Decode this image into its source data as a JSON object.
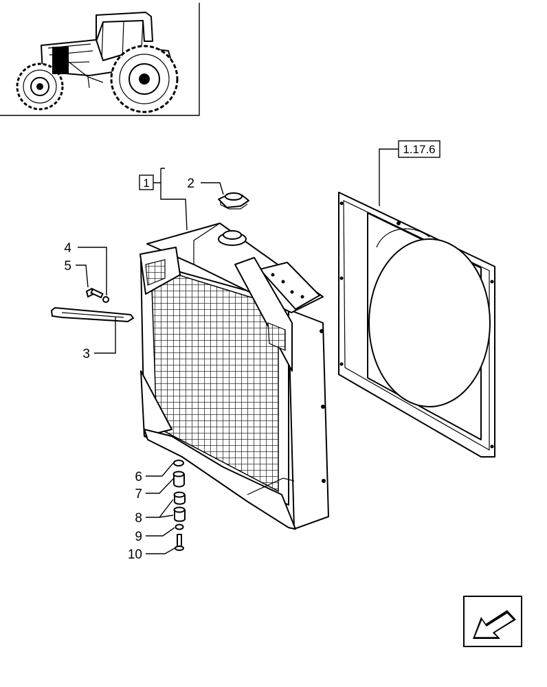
{
  "reference_boxes": [
    {
      "id": "ref-1",
      "label": "1"
    },
    {
      "id": "ref-1176",
      "label": "1.17.6"
    }
  ],
  "callouts": [
    {
      "id": "2",
      "label": "2"
    },
    {
      "id": "3",
      "label": "3"
    },
    {
      "id": "4",
      "label": "4"
    },
    {
      "id": "5",
      "label": "5"
    },
    {
      "id": "6",
      "label": "6"
    },
    {
      "id": "7",
      "label": "7"
    },
    {
      "id": "8",
      "label": "8"
    },
    {
      "id": "9",
      "label": "9"
    },
    {
      "id": "10",
      "label": "10"
    }
  ],
  "icons": {
    "thumbnail": "tractor-thumbnail-icon",
    "navigation": "arrow-down-left-icon"
  }
}
